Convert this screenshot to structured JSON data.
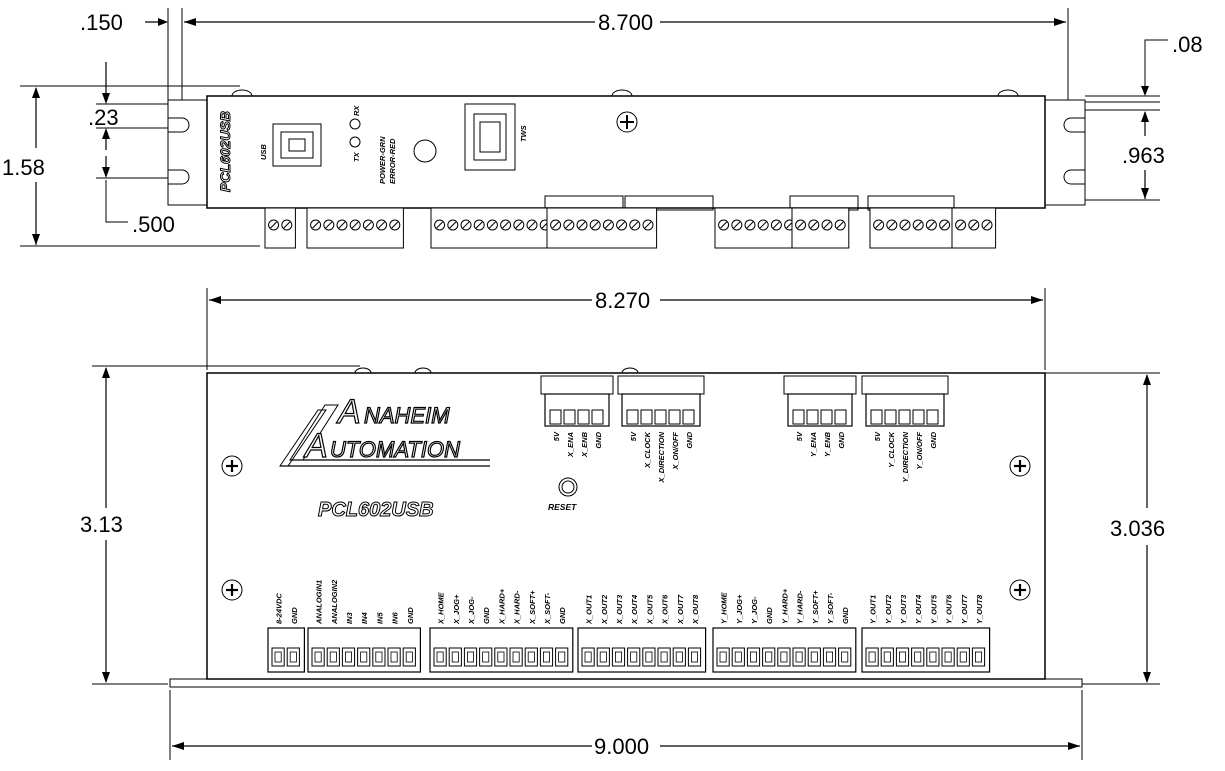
{
  "dimensions": {
    "top_left_offset": ".150",
    "top_overall_width": "8.700",
    "top_right_offset": ".08",
    "top_height": "1.58",
    "top_slot_offset": ".23",
    "top_slot_spacing": ".500",
    "top_right_height": ".963",
    "bottom_body_width": "8.270",
    "bottom_height": "3.13",
    "bottom_right_height": "3.036",
    "bottom_overall_width": "9.000"
  },
  "side_view": {
    "model_label": "PCL602USB",
    "usb_label": "USB",
    "tx_label": "TX",
    "rx_label": "RX",
    "power_label": "POWER-GRN",
    "error_label": "ERROR-RED",
    "tws_label": "TWS"
  },
  "top_view": {
    "brand_line1": "NAHEIM",
    "brand_line1_cap": "A",
    "brand_line2": "UTOMATION",
    "brand_line2_cap": "A",
    "model_label": "PCL602USB",
    "reset_label": "RESET",
    "x_enable_pins": [
      "5V",
      "X_ENA",
      "X_ENB",
      "GND"
    ],
    "x_clock_pins": [
      "5V",
      "X_CLOCK",
      "X_DIRECTION",
      "X_ON/OFF",
      "GND"
    ],
    "y_enable_pins": [
      "5V",
      "Y_ENA",
      "Y_ENB",
      "GND"
    ],
    "y_clock_pins": [
      "5V",
      "Y_CLOCK",
      "Y_DIRECTION",
      "Y_ON/OFF",
      "GND"
    ],
    "power_pins": [
      "8-24VDC",
      "GND"
    ],
    "analog_pins": [
      "ANALOGIN1",
      "ANALOGIN2",
      "IN3",
      "IN4",
      "IN5",
      "IN6",
      "GND"
    ],
    "x_input_pins": [
      "X_HOME",
      "X_JOG+",
      "X_JOG-",
      "GND",
      "X_HARD+",
      "X_HARD-",
      "X_SOFT+",
      "X_SOFT-",
      "GND"
    ],
    "x_output_pins": [
      "X_OUT1",
      "X_OUT2",
      "X_OUT3",
      "X_OUT4",
      "X_OUT5",
      "X_OUT6",
      "X_OUT7",
      "X_OUT8"
    ],
    "y_input_pins": [
      "Y_HOME",
      "Y_JOG+",
      "Y_JOG-",
      "GND",
      "Y_HARD+",
      "Y_HARD-",
      "Y_SOFT+",
      "Y_SOFT-",
      "GND"
    ],
    "y_output_pins": [
      "Y_OUT1",
      "Y_OUT2",
      "Y_OUT3",
      "Y_OUT4",
      "Y_OUT5",
      "Y_OUT6",
      "Y_OUT7",
      "Y_OUT8"
    ]
  }
}
